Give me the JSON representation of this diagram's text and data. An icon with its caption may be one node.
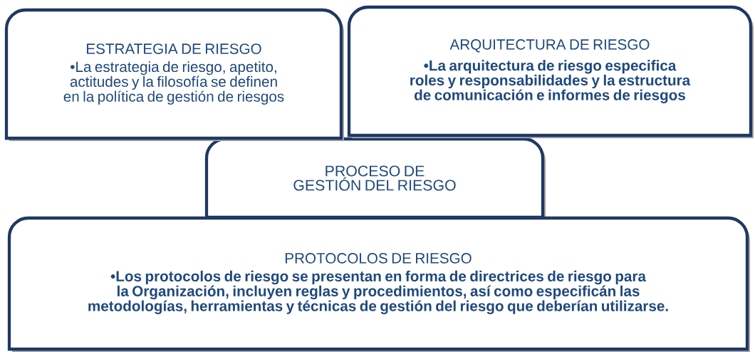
{
  "diagram": {
    "nodes": [
      {
        "text": [
          "ESTRATEGIA DE RIESGO",
          "•La estrategia de riesgo, apetito, actitudes y la filosofía se definen en la política de gestión de riesgos"
        ]
      },
      {
        "text": [
          "ARQUITECTURA DE RIESGO",
          "•La arquitectura de riesgo especifica roles y responsabilidades y la estructura de comunicación e informes de riesgos"
        ]
      },
      {
        "text": [
          "PROCESO DE GESTIÓN DEL RIESGO"
        ]
      },
      {
        "text": [
          "PROTOCOLOS DE RIESGO",
          "•Los protocolos de riesgo se presentan en forma de directrices de riesgo para la Organización, incluyen reglas y procedimientos, así como especificán las metodologías, herramientas y técnicas de gestión del riesgo que deberían utilizarse."
        ]
      }
    ]
  }
}
